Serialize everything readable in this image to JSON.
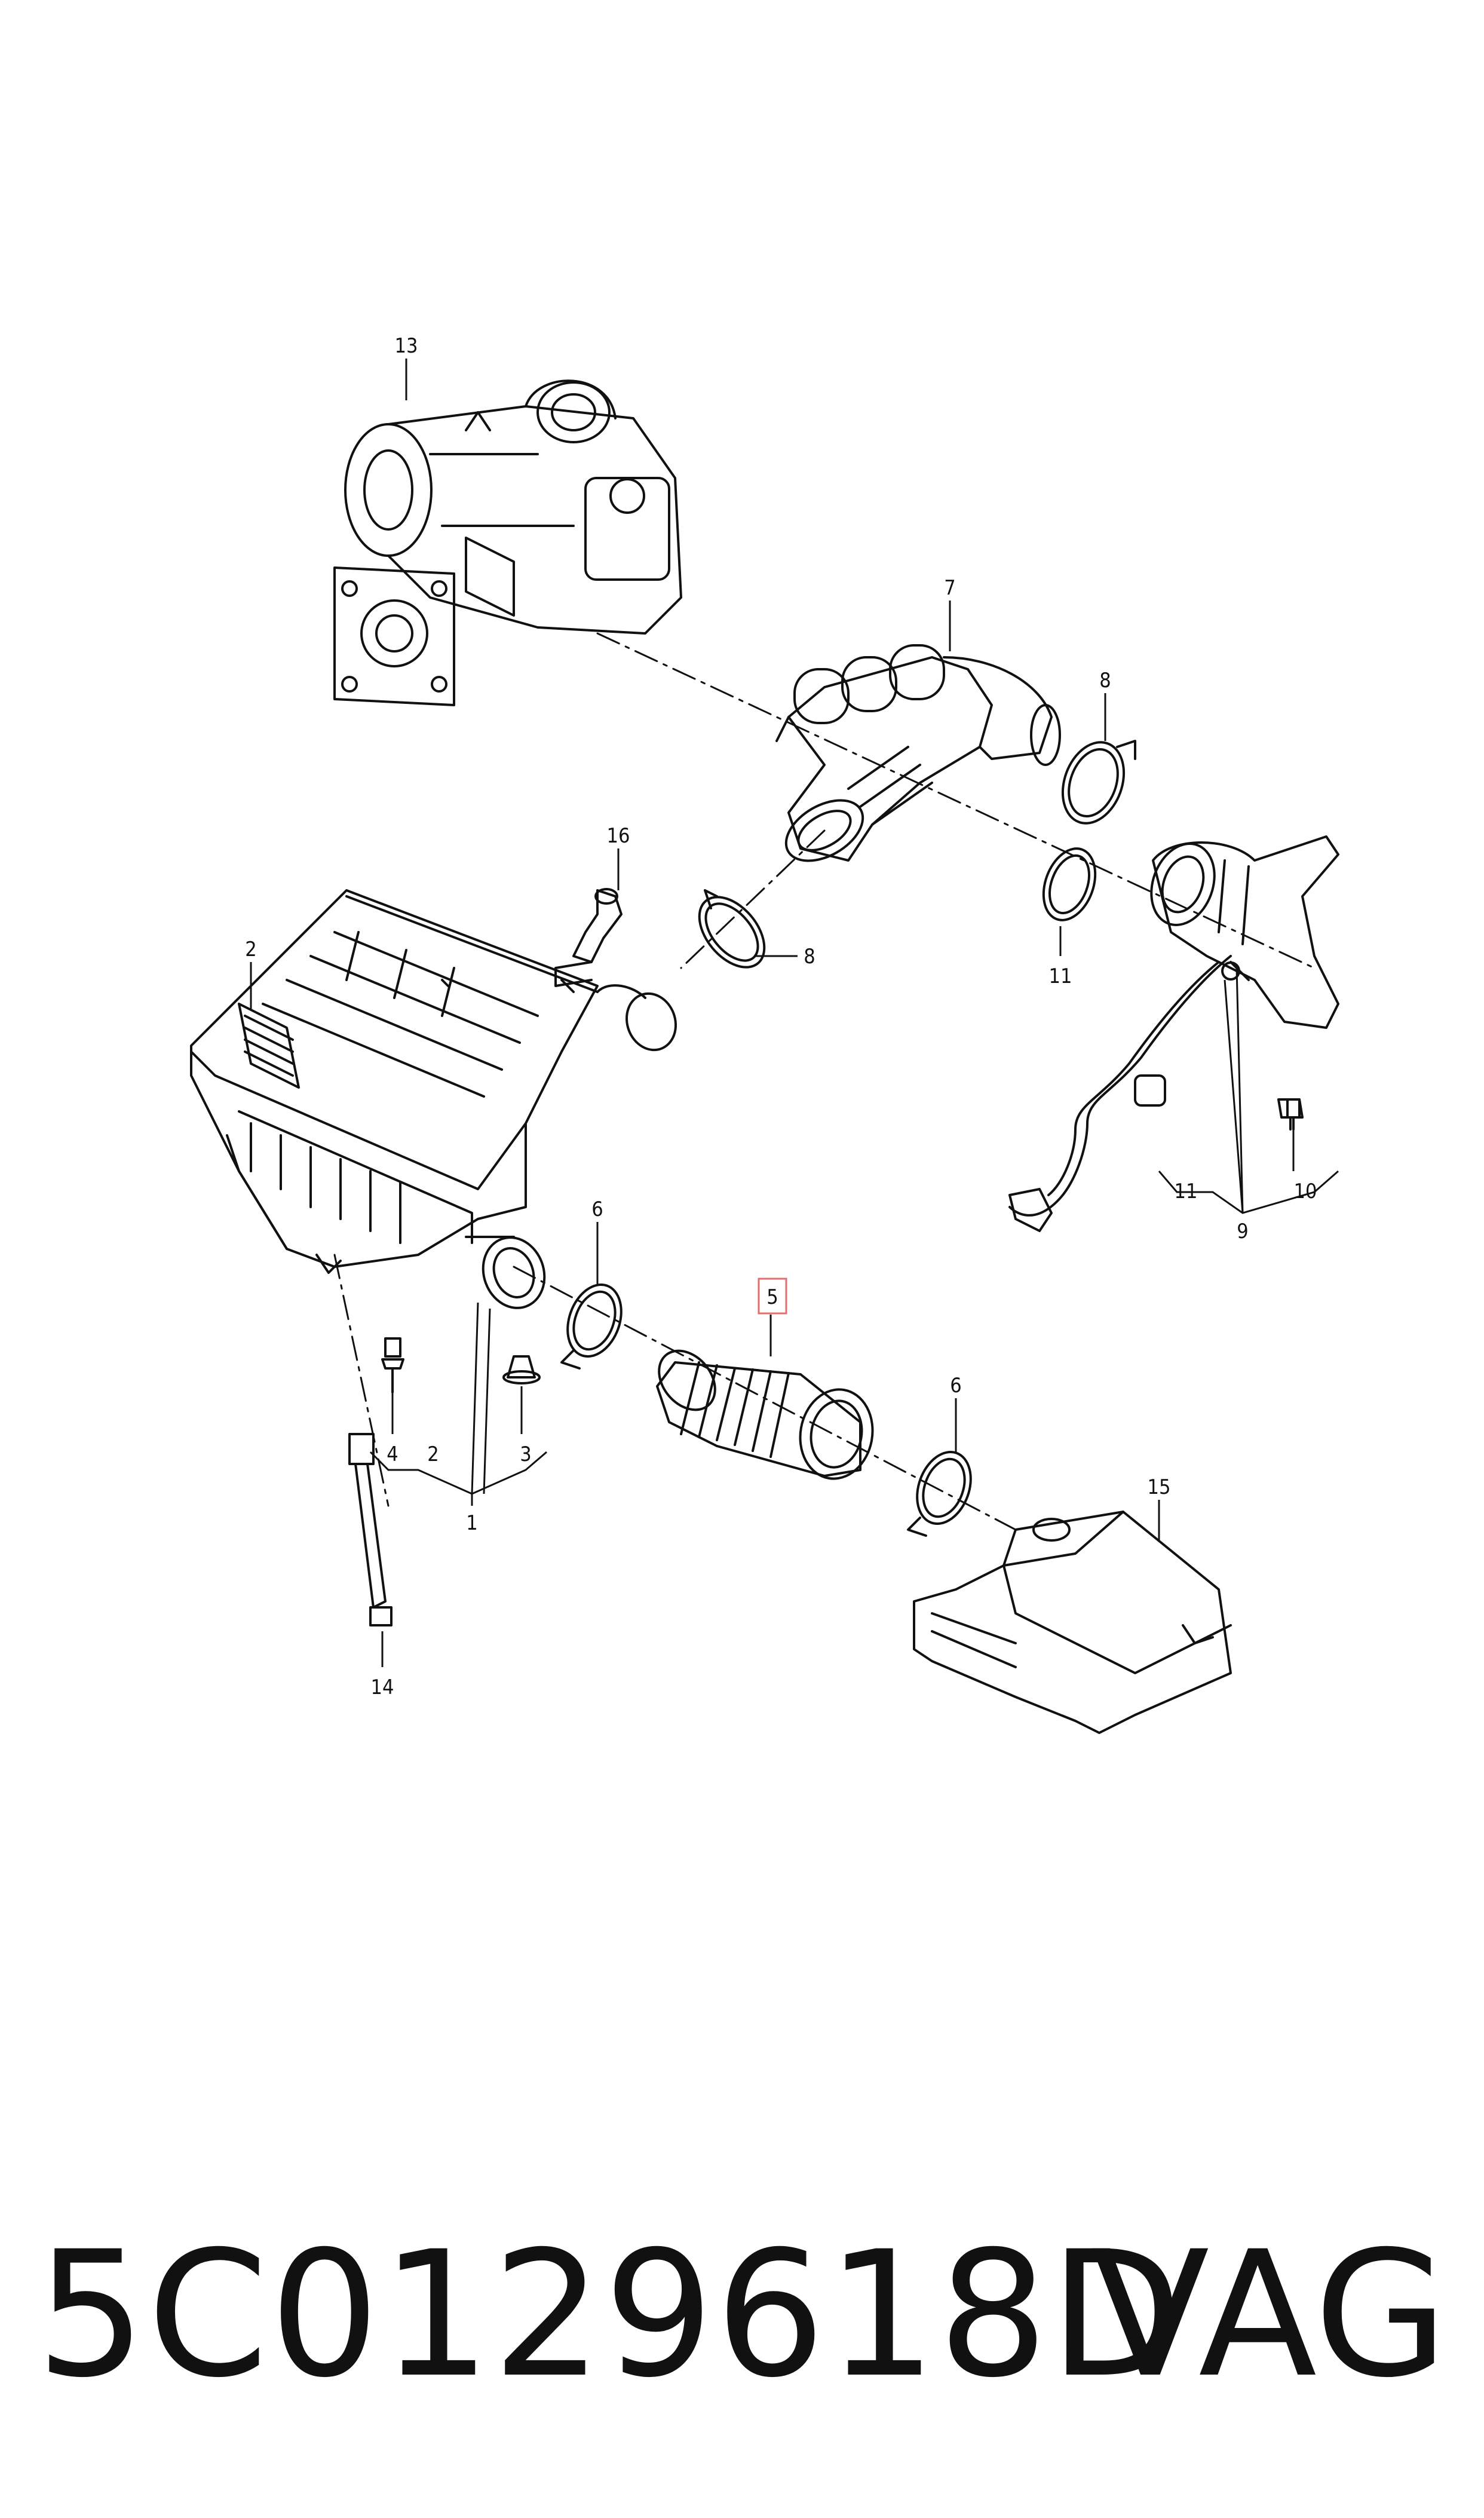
{
  "callouts": {
    "c13": "13",
    "c7": "7",
    "c8a": "8",
    "c16": "16",
    "c2a": "2",
    "c8b": "8",
    "c11a": "11",
    "c6a": "6",
    "c5": "5",
    "c6b": "6",
    "c4": "4",
    "c2b": "2",
    "c3": "3",
    "c1": "1",
    "c15": "15",
    "c14": "14",
    "c11b": "11",
    "c10": "10",
    "c9": "9"
  },
  "footer": {
    "part_number": "5C0129618D",
    "brand": "VAG"
  },
  "colors": {
    "highlight_box": "#e07070",
    "line": "#111111"
  }
}
